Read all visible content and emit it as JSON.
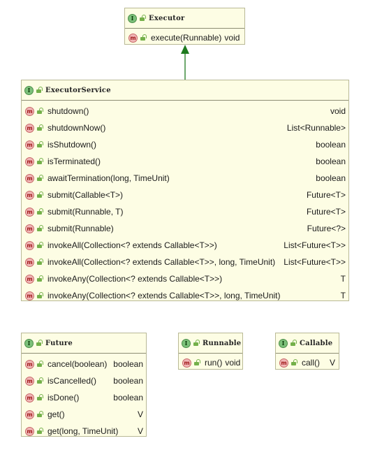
{
  "classes": {
    "executor": {
      "name": "Executor",
      "kind_letter": "I",
      "method_letter": "m",
      "methods": [
        {
          "sig": "execute(Runnable)",
          "ret": "void"
        }
      ]
    },
    "executor_service": {
      "name": "ExecutorService",
      "kind_letter": "I",
      "method_letter": "m",
      "methods": [
        {
          "sig": "shutdown()",
          "ret": "void"
        },
        {
          "sig": "shutdownNow()",
          "ret": "List<Runnable>"
        },
        {
          "sig": "isShutdown()",
          "ret": "boolean"
        },
        {
          "sig": "isTerminated()",
          "ret": "boolean"
        },
        {
          "sig": "awaitTermination(long, TimeUnit)",
          "ret": "boolean"
        },
        {
          "sig": "submit(Callable<T>)",
          "ret": "Future<T>"
        },
        {
          "sig": "submit(Runnable, T)",
          "ret": "Future<T>"
        },
        {
          "sig": "submit(Runnable)",
          "ret": "Future<?>"
        },
        {
          "sig": "invokeAll(Collection<? extends Callable<T>>)",
          "ret": "List<Future<T>>"
        },
        {
          "sig": "invokeAll(Collection<? extends Callable<T>>, long, TimeUnit)",
          "ret": "List<Future<T>>"
        },
        {
          "sig": "invokeAny(Collection<? extends Callable<T>>)",
          "ret": "T"
        },
        {
          "sig": "invokeAny(Collection<? extends Callable<T>>, long, TimeUnit)",
          "ret": "T"
        }
      ]
    },
    "future": {
      "name": "Future",
      "kind_letter": "I",
      "method_letter": "m",
      "methods": [
        {
          "sig": "cancel(boolean)",
          "ret": "boolean"
        },
        {
          "sig": "isCancelled()",
          "ret": "boolean"
        },
        {
          "sig": "isDone()",
          "ret": "boolean"
        },
        {
          "sig": "get()",
          "ret": "V"
        },
        {
          "sig": "get(long, TimeUnit)",
          "ret": "V"
        }
      ]
    },
    "runnable": {
      "name": "Runnable",
      "kind_letter": "I",
      "method_letter": "m",
      "methods": [
        {
          "sig": "run()",
          "ret": "void"
        }
      ]
    },
    "callable": {
      "name": "Callable",
      "kind_letter": "I",
      "method_letter": "m",
      "methods": [
        {
          "sig": "call()",
          "ret": "V"
        }
      ]
    }
  },
  "colors": {
    "box_fill": "#fdfde4",
    "arrow": "#1e7a1e",
    "interface_icon": "#7cc07a",
    "method_icon": "#f0b6b6"
  }
}
